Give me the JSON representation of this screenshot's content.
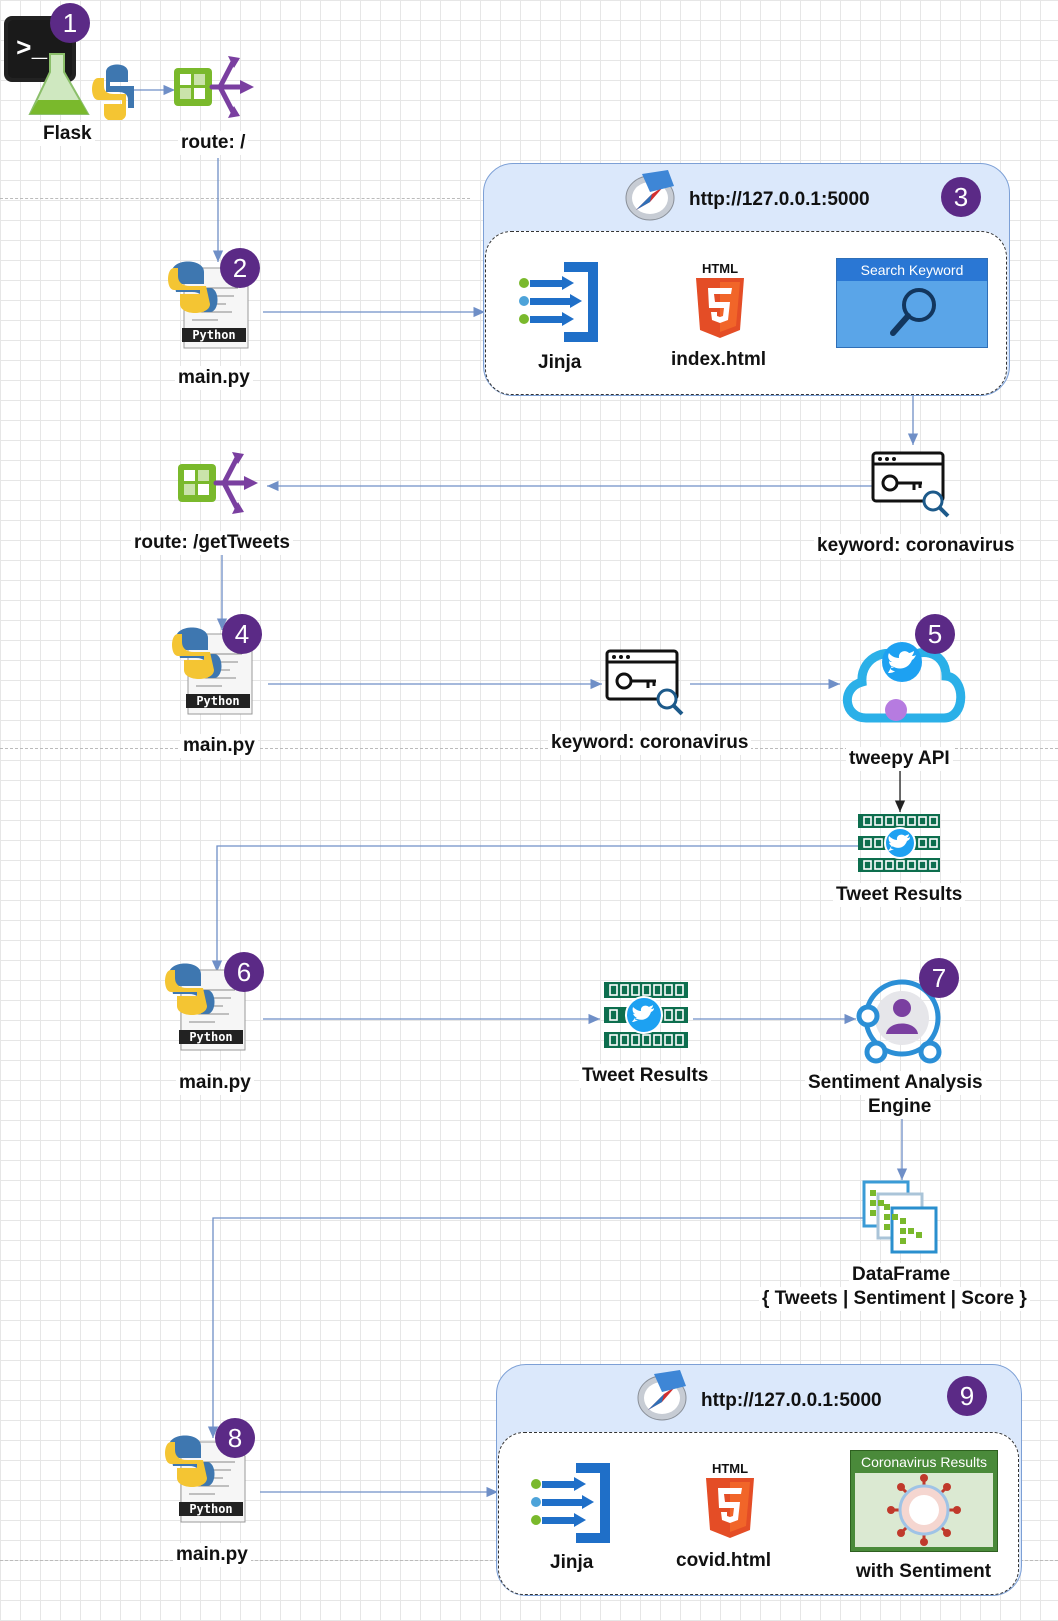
{
  "badges": [
    "1",
    "2",
    "3",
    "4",
    "5",
    "6",
    "7",
    "8",
    "9"
  ],
  "labels": {
    "flask": "Flask",
    "route_root": "route: /",
    "main1": "main.py",
    "jinja1": "Jinja",
    "index_html": "index.html",
    "search_keyword": "Search Keyword",
    "url1": "http://127.0.0.1:5000",
    "route_gettweets": "route: /getTweets",
    "keyword1": "keyword: coronavirus",
    "main2": "main.py",
    "keyword2": "keyword: coronavirus",
    "tweepy": "tweepy API",
    "tweet_results1": "Tweet Results",
    "main3": "main.py",
    "tweet_results2": "Tweet Results",
    "sentiment_line1": "Sentiment Analysis",
    "sentiment_line2": "Engine",
    "dataframe_line1": "DataFrame",
    "dataframe_line2": "{ Tweets | Sentiment | Score }",
    "main4": "main.py",
    "url2": "http://127.0.0.1:5000",
    "jinja2": "Jinja",
    "covid_html": "covid.html",
    "coronavirus_results": "Coronavirus Results",
    "with_sentiment": "with Sentiment"
  },
  "icons": {
    "flask": "terminal-flask-python-icon",
    "route": "routing-icon",
    "python_file": "python-file-icon",
    "browser": "compass-browser-icon",
    "jinja": "jinja-icon",
    "html5": "html5-icon",
    "search": "search-icon",
    "keyword": "key-window-icon",
    "tweepy": "twitter-cloud-icon",
    "tweets": "tweet-results-icon",
    "sentiment": "sentiment-engine-icon",
    "dataframe": "dataframe-icon",
    "covid": "virus-icon"
  },
  "colors": {
    "badge": "#5b2a86",
    "arrow": "#6f8fc7",
    "jinja_arrow": "#9a6fa8",
    "route_purple": "#7a3fa0",
    "route_green": "#7ab92c",
    "browser_fill": "#dbe8fb",
    "html5": "#e44d26",
    "twitter": "#1da1f2",
    "tweets_green": "#0d6e4e"
  }
}
